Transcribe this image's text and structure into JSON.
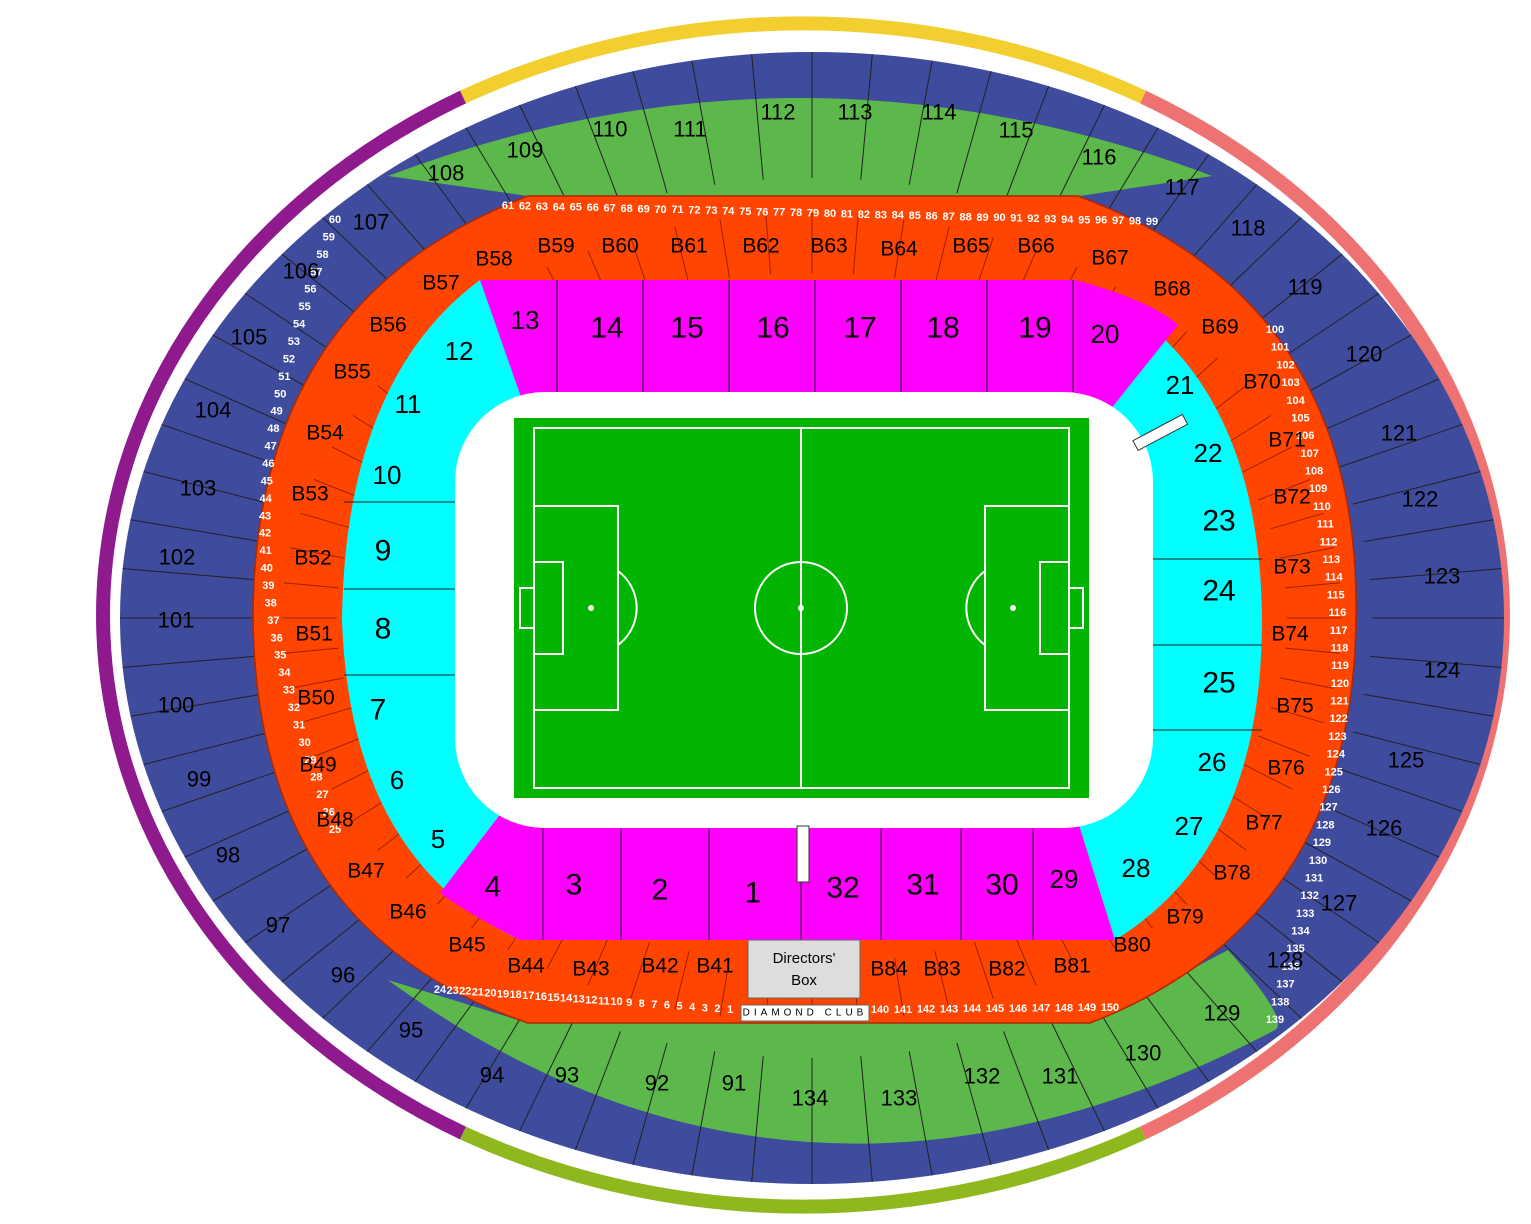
{
  "colors": {
    "upper_long_side": "#5cb84a",
    "upper_ends": "#3f4b9c",
    "box_level": "#ff4500",
    "lower_sides": "#ff00ff",
    "lower_ends": "#00ffff",
    "pitch": "#00b400",
    "ring_top": "#f2cf2f",
    "ring_right": "#ef7272",
    "ring_left": "#8e1a8e",
    "ring_bottom": "#8fb81f",
    "directors_box": "#dddddd"
  },
  "upper_tier": {
    "left": [
      "96",
      "97",
      "98",
      "99",
      "100",
      "101",
      "102",
      "103",
      "104",
      "105",
      "106",
      "107"
    ],
    "top": [
      "108",
      "109",
      "110",
      "111",
      "112",
      "113",
      "114",
      "115",
      "116",
      "117"
    ],
    "right": [
      "118",
      "119",
      "120",
      "121",
      "122",
      "123",
      "124",
      "125",
      "126",
      "127",
      "128"
    ],
    "bottom": [
      "129",
      "130",
      "131",
      "132",
      "133",
      "134",
      "91",
      "92",
      "93",
      "94",
      "95"
    ]
  },
  "box_level": {
    "left": [
      "B45",
      "B46",
      "B47",
      "B48",
      "B49",
      "B50",
      "B51",
      "B52",
      "B53",
      "B54",
      "B55",
      "B56",
      "B57"
    ],
    "top": [
      "B58",
      "B59",
      "B60",
      "B61",
      "B62",
      "B63",
      "B64",
      "B65",
      "B66",
      "B67"
    ],
    "right": [
      "B68",
      "B69",
      "B70",
      "B71",
      "B72",
      "B73",
      "B74",
      "B75",
      "B76",
      "B77",
      "B78",
      "B79"
    ],
    "bottom": [
      "B80",
      "B81",
      "B82",
      "B83",
      "B84",
      "B41",
      "B42",
      "B43",
      "B44"
    ]
  },
  "lower_tier": {
    "top": [
      "13",
      "14",
      "15",
      "16",
      "17",
      "18",
      "19",
      "20"
    ],
    "bottom": [
      "4",
      "3",
      "2",
      "1",
      "32",
      "31",
      "30",
      "29"
    ],
    "left": [
      "5",
      "6",
      "7",
      "8",
      "9",
      "10",
      "11",
      "12"
    ],
    "right": [
      "21",
      "22",
      "23",
      "24",
      "25",
      "26",
      "27",
      "28"
    ]
  },
  "rim_boxes": {
    "top": [
      "61",
      "62",
      "63",
      "64",
      "65",
      "66",
      "67",
      "68",
      "69",
      "70",
      "71",
      "72",
      "73",
      "74",
      "75",
      "76",
      "77",
      "78",
      "79",
      "80",
      "81",
      "82",
      "83",
      "84",
      "85",
      "86",
      "87",
      "88",
      "89",
      "90",
      "91",
      "92",
      "93",
      "94",
      "95",
      "96",
      "97",
      "98",
      "99"
    ],
    "right": [
      "100",
      "101",
      "102",
      "103",
      "104",
      "105",
      "106",
      "107",
      "108",
      "109",
      "110",
      "111",
      "112",
      "113",
      "114",
      "115",
      "116",
      "117",
      "118",
      "119",
      "120",
      "121",
      "122",
      "123",
      "124",
      "125",
      "126",
      "127",
      "128",
      "129",
      "130",
      "131",
      "132",
      "133",
      "134",
      "135",
      "136",
      "137",
      "138",
      "139"
    ],
    "bottom_left": [
      "1",
      "2",
      "3",
      "4",
      "5",
      "6",
      "7",
      "8",
      "9",
      "10",
      "11",
      "12",
      "13",
      "14",
      "15",
      "16",
      "17",
      "18",
      "19",
      "20",
      "21",
      "22",
      "23",
      "24"
    ],
    "bottom_right": [
      "140",
      "141",
      "142",
      "143",
      "144",
      "145",
      "146",
      "147",
      "148",
      "149",
      "150"
    ],
    "left": [
      "25",
      "26",
      "27",
      "28",
      "29",
      "30",
      "31",
      "32",
      "33",
      "34",
      "35",
      "36",
      "37",
      "38",
      "39",
      "40",
      "41",
      "42",
      "43",
      "44",
      "45",
      "46",
      "47",
      "48",
      "49",
      "50",
      "51",
      "52",
      "53",
      "54",
      "55",
      "56",
      "57",
      "58",
      "59",
      "60"
    ]
  },
  "directors_box": {
    "line1": "Directors'",
    "line2": "Box"
  },
  "diamond_club": "DIAMOND CLUB"
}
